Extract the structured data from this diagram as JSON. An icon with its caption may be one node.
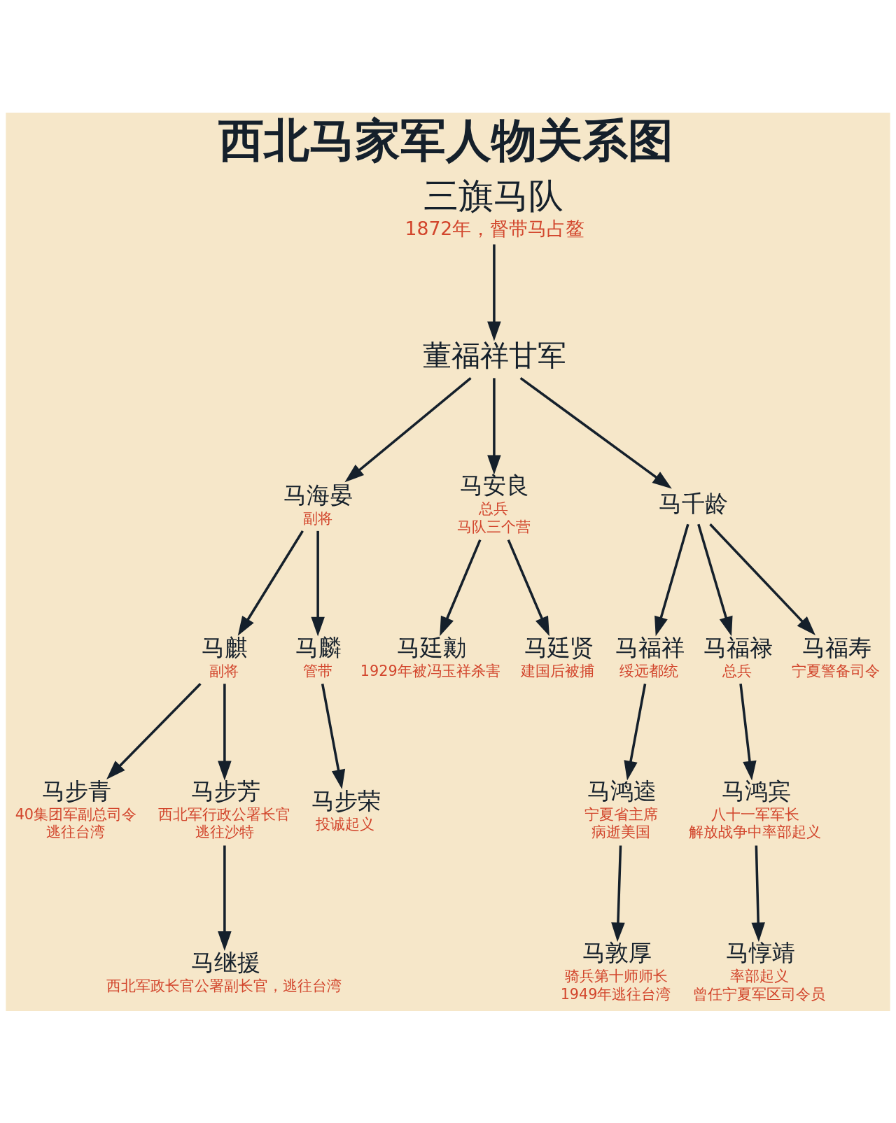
{
  "diagram": {
    "title": "西北马家军人物关系图",
    "nodes": [
      {
        "text": [
          "三旗马队",
          "1872年，督带马占鳌"
        ]
      },
      {
        "text": [
          "董福祥甘军"
        ]
      },
      {
        "text": [
          "马海晏",
          "副将"
        ]
      },
      {
        "text": [
          "马安良",
          "总兵",
          "马队三个营"
        ]
      },
      {
        "text": [
          "马千龄"
        ]
      },
      {
        "text": [
          "马麒",
          "副将"
        ]
      },
      {
        "text": [
          "马麟",
          "管带"
        ]
      },
      {
        "text": [
          "马廷勷",
          "1929年被冯玉祥杀害"
        ]
      },
      {
        "text": [
          "马廷贤",
          "建国后被捕"
        ]
      },
      {
        "text": [
          "马福祥",
          "绥远都统"
        ]
      },
      {
        "text": [
          "马福禄",
          "总兵"
        ]
      },
      {
        "text": [
          "马福寿",
          "宁夏警备司令"
        ]
      },
      {
        "text": [
          "马步青",
          "40集团军副总司令",
          "逃往台湾"
        ]
      },
      {
        "text": [
          "马步芳",
          "西北军行政公署长官",
          "逃往沙特"
        ]
      },
      {
        "text": [
          "马步荣",
          "投诚起义"
        ]
      },
      {
        "text": [
          "马鸿逵",
          "宁夏省主席",
          "病逝美国"
        ]
      },
      {
        "text": [
          "马鸿宾",
          "八十一军军长",
          "解放战争中率部起义"
        ]
      },
      {
        "text": [
          "马继援",
          "西北军政长官公署副长官，逃往台湾"
        ]
      },
      {
        "text": [
          "马敦厚",
          "骑兵第十师师长",
          "1949年逃往台湾"
        ]
      },
      {
        "text": [
          "马惇靖",
          "率部起义",
          "曾任宁夏军区司令员"
        ]
      }
    ],
    "edges": [
      {
        "from": 0,
        "to": 1,
        "arrow": "to"
      },
      {
        "from": 1,
        "to": 2,
        "arrow": "to"
      },
      {
        "from": 1,
        "to": 3,
        "arrow": "to"
      },
      {
        "from": 1,
        "to": 4,
        "arrow": "to"
      },
      {
        "from": 2,
        "to": 5,
        "arrow": "to"
      },
      {
        "from": 2,
        "to": 6,
        "arrow": "to"
      },
      {
        "from": 3,
        "to": 7,
        "arrow": "to"
      },
      {
        "from": 3,
        "to": 8,
        "arrow": "to"
      },
      {
        "from": 4,
        "to": 9,
        "arrow": "to"
      },
      {
        "from": 4,
        "to": 10,
        "arrow": "to"
      },
      {
        "from": 4,
        "to": 11,
        "arrow": "to"
      },
      {
        "from": 5,
        "to": 12,
        "arrow": "to"
      },
      {
        "from": 5,
        "to": 13,
        "arrow": "to"
      },
      {
        "from": 6,
        "to": 14,
        "arrow": "to"
      },
      {
        "from": 9,
        "to": 15,
        "arrow": "to"
      },
      {
        "from": 10,
        "to": 16,
        "arrow": "to"
      },
      {
        "from": 13,
        "to": 17,
        "arrow": "to"
      },
      {
        "from": 15,
        "to": 18,
        "arrow": "to"
      },
      {
        "from": 16,
        "to": 19,
        "arrow": "to"
      }
    ]
  }
}
